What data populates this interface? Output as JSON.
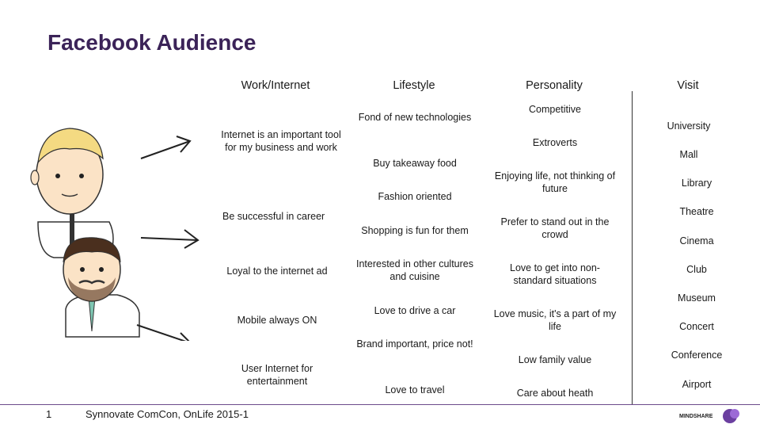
{
  "title": "Facebook Audience",
  "headers": {
    "work": "Work/Internet",
    "lifestyle": "Lifestyle",
    "personality": "Personality",
    "visit": "Visit"
  },
  "work": [
    "Internet is an important tool for my business and work",
    "Be successful in career",
    "Loyal to the internet ad",
    "Mobile always ON",
    "User Internet for entertainment"
  ],
  "lifestyle": [
    "Fond of new technologies",
    "Buy takeaway food",
    "Fashion oriented",
    "Shopping is fun for them",
    "Interested in other cultures and cuisine",
    "Love to drive a car",
    "Brand important, price not!",
    "Love to travel"
  ],
  "personality": [
    "Competitive",
    "Extroverts",
    "Enjoying life, not thinking of future",
    "Prefer to stand out in the crowd",
    "Love to get into non-standard situations",
    "Love music, it's a part of my life",
    "Low family value",
    "Care about heath"
  ],
  "visit": [
    "University",
    "Mall",
    "Library",
    "Theatre",
    "Cinema",
    "Club",
    "Museum",
    "Concert",
    "Conference",
    "Airport"
  ],
  "footer": {
    "page": "1",
    "source": "Synnovate ComCon, OnLife 2015-1",
    "logo_text": "MINDSHARE"
  },
  "colors": {
    "title": "#3b2358",
    "accent": "#6b4a8a"
  }
}
